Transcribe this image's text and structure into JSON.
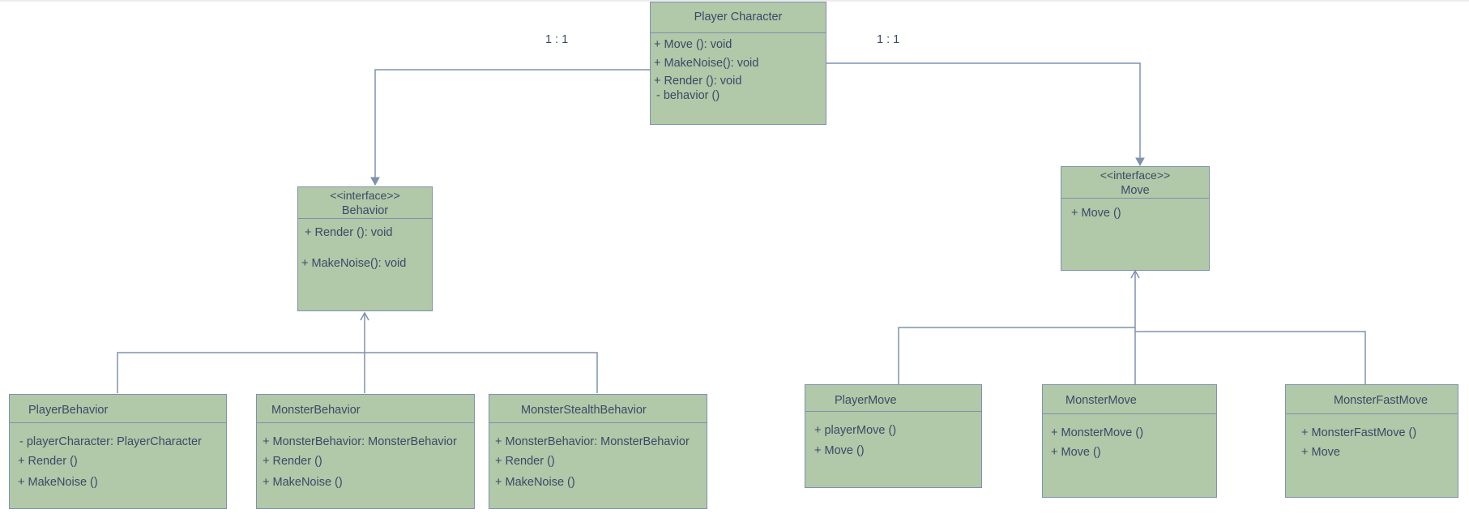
{
  "player_character": {
    "title": "Player Character",
    "members": [
      "+ Move (): void",
      "+ MakeNoise(): void",
      "+ Render (): void",
      " - behavior ()"
    ]
  },
  "behavior": {
    "stereotype": "<<interface>>",
    "title": "Behavior",
    "members": [
      "+ Render (): void",
      "+ MakeNoise(): void"
    ]
  },
  "move": {
    "stereotype": "<<interface>>",
    "title": "Move",
    "members": [
      "+ Move ()"
    ]
  },
  "player_behavior": {
    "title": "PlayerBehavior",
    "members": [
      " - playerCharacter: PlayerCharacter",
      "+ Render ()",
      "+ MakeNoise ()"
    ]
  },
  "monster_behavior": {
    "title": "MonsterBehavior",
    "members": [
      "+ MonsterBehavior: MonsterBehavior",
      "+ Render ()",
      "+ MakeNoise ()"
    ]
  },
  "monster_stealth_behavior": {
    "title": "MonsterStealthBehavior",
    "members": [
      "+ MonsterBehavior: MonsterBehavior",
      "+ Render ()",
      "+ MakeNoise ()"
    ]
  },
  "player_move": {
    "title": "PlayerMove",
    "members": [
      "+ playerMove ()",
      "+ Move ()"
    ]
  },
  "monster_move": {
    "title": "MonsterMove",
    "members": [
      "+ MonsterMove ()",
      "+ Move ()"
    ]
  },
  "monster_fast_move": {
    "title": "MonsterFastMove",
    "members": [
      " + MonsterFastMove ()",
      "+ Move"
    ]
  },
  "multiplicity": {
    "left": "1 : 1",
    "right": "1 : 1"
  },
  "colors": {
    "fill": "#b1c8a9",
    "stroke": "#7e92ae",
    "text": "#3b4a66"
  }
}
